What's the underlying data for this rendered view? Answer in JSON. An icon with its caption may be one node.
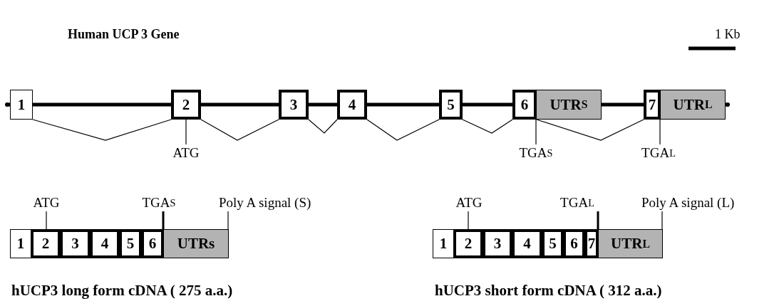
{
  "diagram": {
    "title": "Human UCP 3 Gene",
    "nodes": [
      {
        "text": [
          "1"
        ]
      },
      {
        "text": [
          "2"
        ]
      },
      {
        "text": [
          "3"
        ]
      },
      {
        "text": [
          "4"
        ]
      },
      {
        "text": [
          "5"
        ]
      },
      {
        "text": [
          "6"
        ]
      },
      {
        "text": [
          "UTRS"
        ]
      },
      {
        "text": [
          "7"
        ]
      },
      {
        "text": [
          "UTRL"
        ]
      },
      {
        "text": [
          "ATG"
        ]
      },
      {
        "text": [
          "TGAS"
        ]
      },
      {
        "text": [
          "TGAL"
        ]
      },
      {
        "text": [
          "ATG"
        ]
      },
      {
        "text": [
          "TGAS"
        ]
      },
      {
        "text": [
          "Poly A signal (S)"
        ]
      },
      {
        "text": [
          "1"
        ]
      },
      {
        "text": [
          "2"
        ]
      },
      {
        "text": [
          "3"
        ]
      },
      {
        "text": [
          "4"
        ]
      },
      {
        "text": [
          "5"
        ]
      },
      {
        "text": [
          "6"
        ]
      },
      {
        "text": [
          "UTRs"
        ]
      },
      {
        "text": [
          "ATG"
        ]
      },
      {
        "text": [
          "TGAL"
        ]
      },
      {
        "text": [
          "Poly A signal (L)"
        ]
      },
      {
        "text": [
          "1"
        ]
      },
      {
        "text": [
          "2"
        ]
      },
      {
        "text": [
          "3"
        ]
      },
      {
        "text": [
          "4"
        ]
      },
      {
        "text": [
          "5"
        ]
      },
      {
        "text": [
          "6"
        ]
      },
      {
        "text": [
          "7"
        ]
      },
      {
        "text": [
          "UTRL"
        ]
      }
    ],
    "edges": [
      {
        "from": 0,
        "to": 1,
        "arrow": "none"
      },
      {
        "from": 1,
        "to": 2,
        "arrow": "none"
      },
      {
        "from": 2,
        "to": 3,
        "arrow": "none"
      },
      {
        "from": 3,
        "to": 4,
        "arrow": "none"
      },
      {
        "from": 4,
        "to": 5,
        "arrow": "none"
      },
      {
        "from": 5,
        "to": 7,
        "arrow": "none"
      },
      {
        "from": 9,
        "to": 1,
        "arrow": "none"
      },
      {
        "from": 10,
        "to": 5,
        "arrow": "none"
      },
      {
        "from": 11,
        "to": 7,
        "arrow": "none"
      },
      {
        "from": 12,
        "to": 16,
        "arrow": "none"
      },
      {
        "from": 13,
        "to": 20,
        "arrow": "none",
        "style": "thick"
      },
      {
        "from": 14,
        "to": 21,
        "arrow": "none"
      },
      {
        "from": 22,
        "to": 26,
        "arrow": "none"
      },
      {
        "from": 23,
        "to": 31,
        "arrow": "none",
        "style": "thick"
      },
      {
        "from": 24,
        "to": 32,
        "arrow": "none"
      },
      {
        "from": 0,
        "to": 1,
        "arrow": "none",
        "style": "thick"
      },
      {
        "from": 1,
        "to": 2,
        "arrow": "none",
        "style": "thick"
      },
      {
        "from": 2,
        "to": 3,
        "arrow": "none",
        "style": "thick"
      },
      {
        "from": 3,
        "to": 4,
        "arrow": "none",
        "style": "thick"
      },
      {
        "from": 4,
        "to": 5,
        "arrow": "none",
        "style": "thick"
      },
      {
        "from": 6,
        "to": 7,
        "arrow": "none",
        "style": "thick"
      }
    ],
    "labels": [
      "1 Kb",
      "hUCP3 long form cDNA ( 275 a.a.)",
      "hUCP3 short form cDNA ( 312 a.a.)"
    ]
  }
}
